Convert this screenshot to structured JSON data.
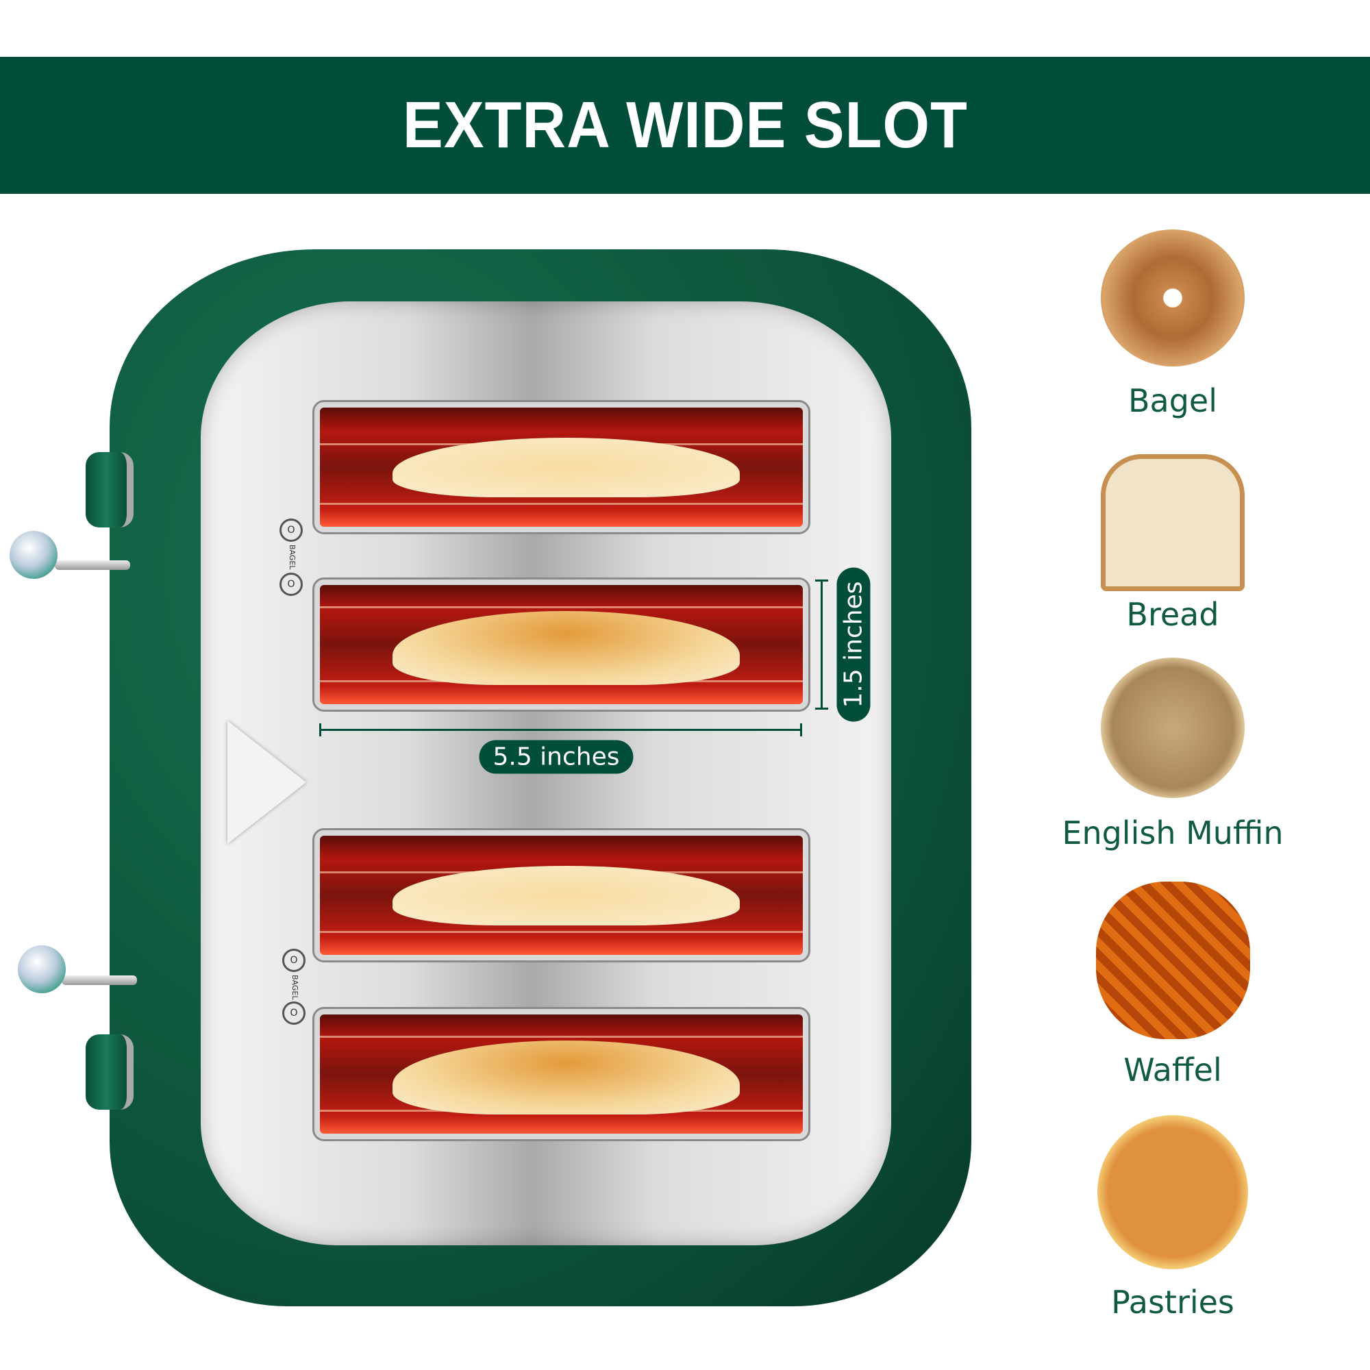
{
  "banner": {
    "title": "EXTRA WIDE SLOT"
  },
  "dimensions": {
    "width": "5.5 inches",
    "height": "1.5 inches"
  },
  "controls": {
    "bagel_label": "BAGEL",
    "dial_mark": "O"
  },
  "foods": [
    {
      "label": "Bagel",
      "icon": "bagel-image"
    },
    {
      "label": "Bread",
      "icon": "bread-image"
    },
    {
      "label": "English Muffin",
      "icon": "english-muffin-image"
    },
    {
      "label": "Waffel",
      "icon": "waffle-image"
    },
    {
      "label": "Pastries",
      "icon": "pastries-image"
    }
  ],
  "colors": {
    "brand_green": "#004d3a",
    "body_green": "#0b4f36",
    "label_green": "#0f5a40"
  }
}
